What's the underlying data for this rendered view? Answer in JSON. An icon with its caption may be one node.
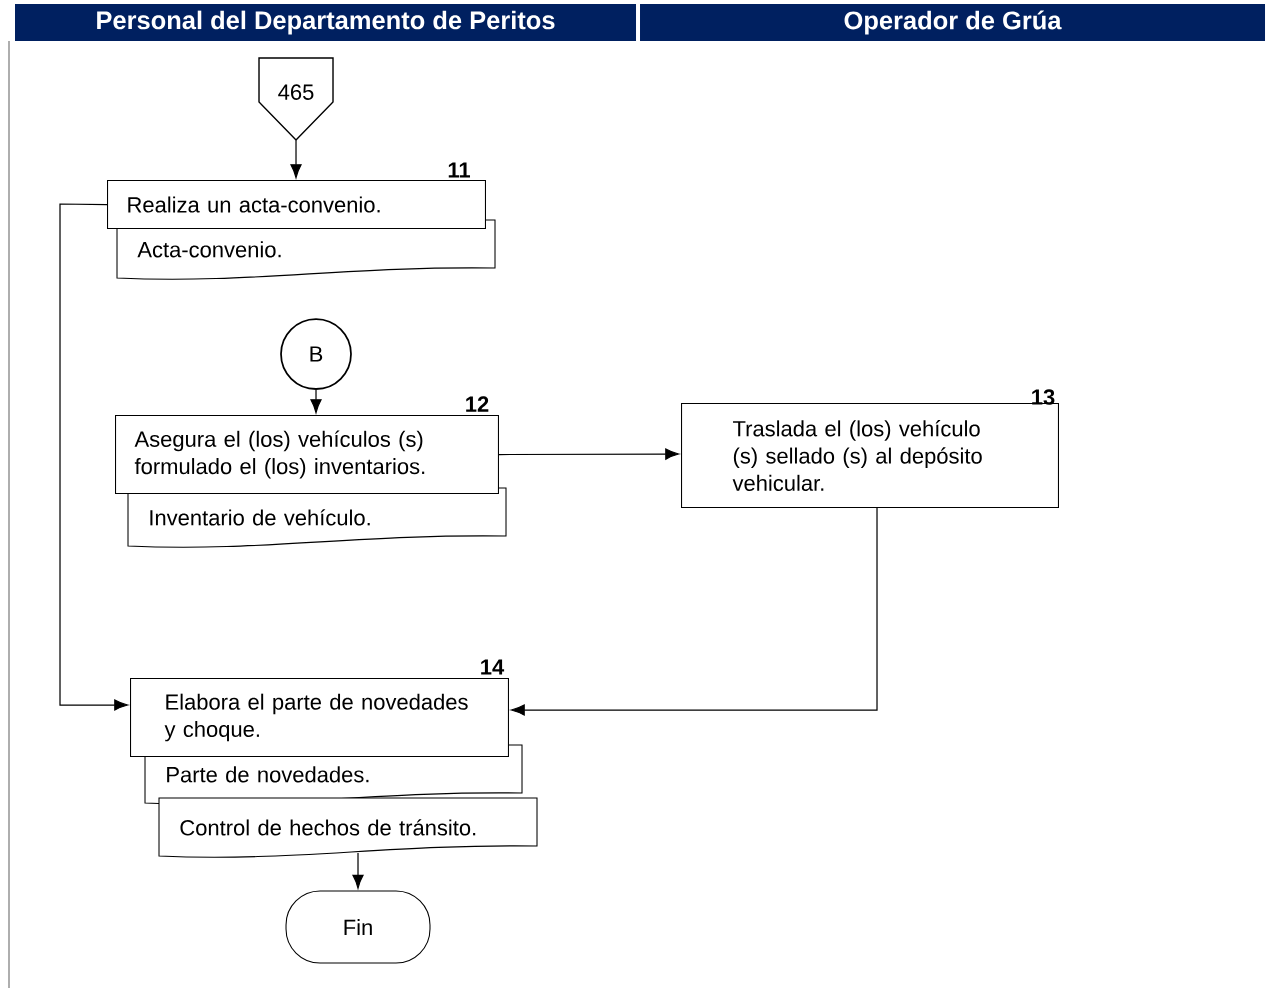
{
  "diagram": {
    "nodes": [
      {
        "text": [
          "Personal del Departamento de Peritos"
        ]
      },
      {
        "text": [
          "Operador de Grúa"
        ]
      },
      {
        "text": [
          "465"
        ]
      },
      {
        "text": [
          "Realiza un acta-convenio."
        ],
        "beside": [
          "11"
        ]
      },
      {
        "text": [
          "Acta-convenio."
        ]
      },
      {
        "text": [
          "B"
        ]
      },
      {
        "text": [
          "Asegura el (los) vehículos (s) formulado el (los) inventarios."
        ],
        "beside": [
          "12"
        ]
      },
      {
        "text": [
          "Inventario de vehículo."
        ]
      },
      {
        "text": [
          "Traslada el (los) vehículo (s) sellado (s) al depósito vehicular."
        ],
        "beside": [
          "13"
        ]
      },
      {
        "text": [
          "Elabora el parte de novedades y choque."
        ],
        "beside": [
          "14"
        ]
      },
      {
        "text": [
          "Parte de novedades."
        ]
      },
      {
        "text": [
          "Control de hechos de tránsito."
        ]
      },
      {
        "text": [
          "Fin"
        ]
      }
    ],
    "edges": [
      {
        "from": 2,
        "to": 3,
        "arrow": "to"
      },
      {
        "from": 3,
        "to": 9,
        "arrow": "to"
      },
      {
        "from": 5,
        "to": 6,
        "arrow": "to"
      },
      {
        "from": 6,
        "to": 8,
        "arrow": "to"
      },
      {
        "from": 8,
        "to": 9,
        "arrow": "to"
      },
      {
        "from": 11,
        "to": 12,
        "arrow": "to"
      }
    ]
  }
}
